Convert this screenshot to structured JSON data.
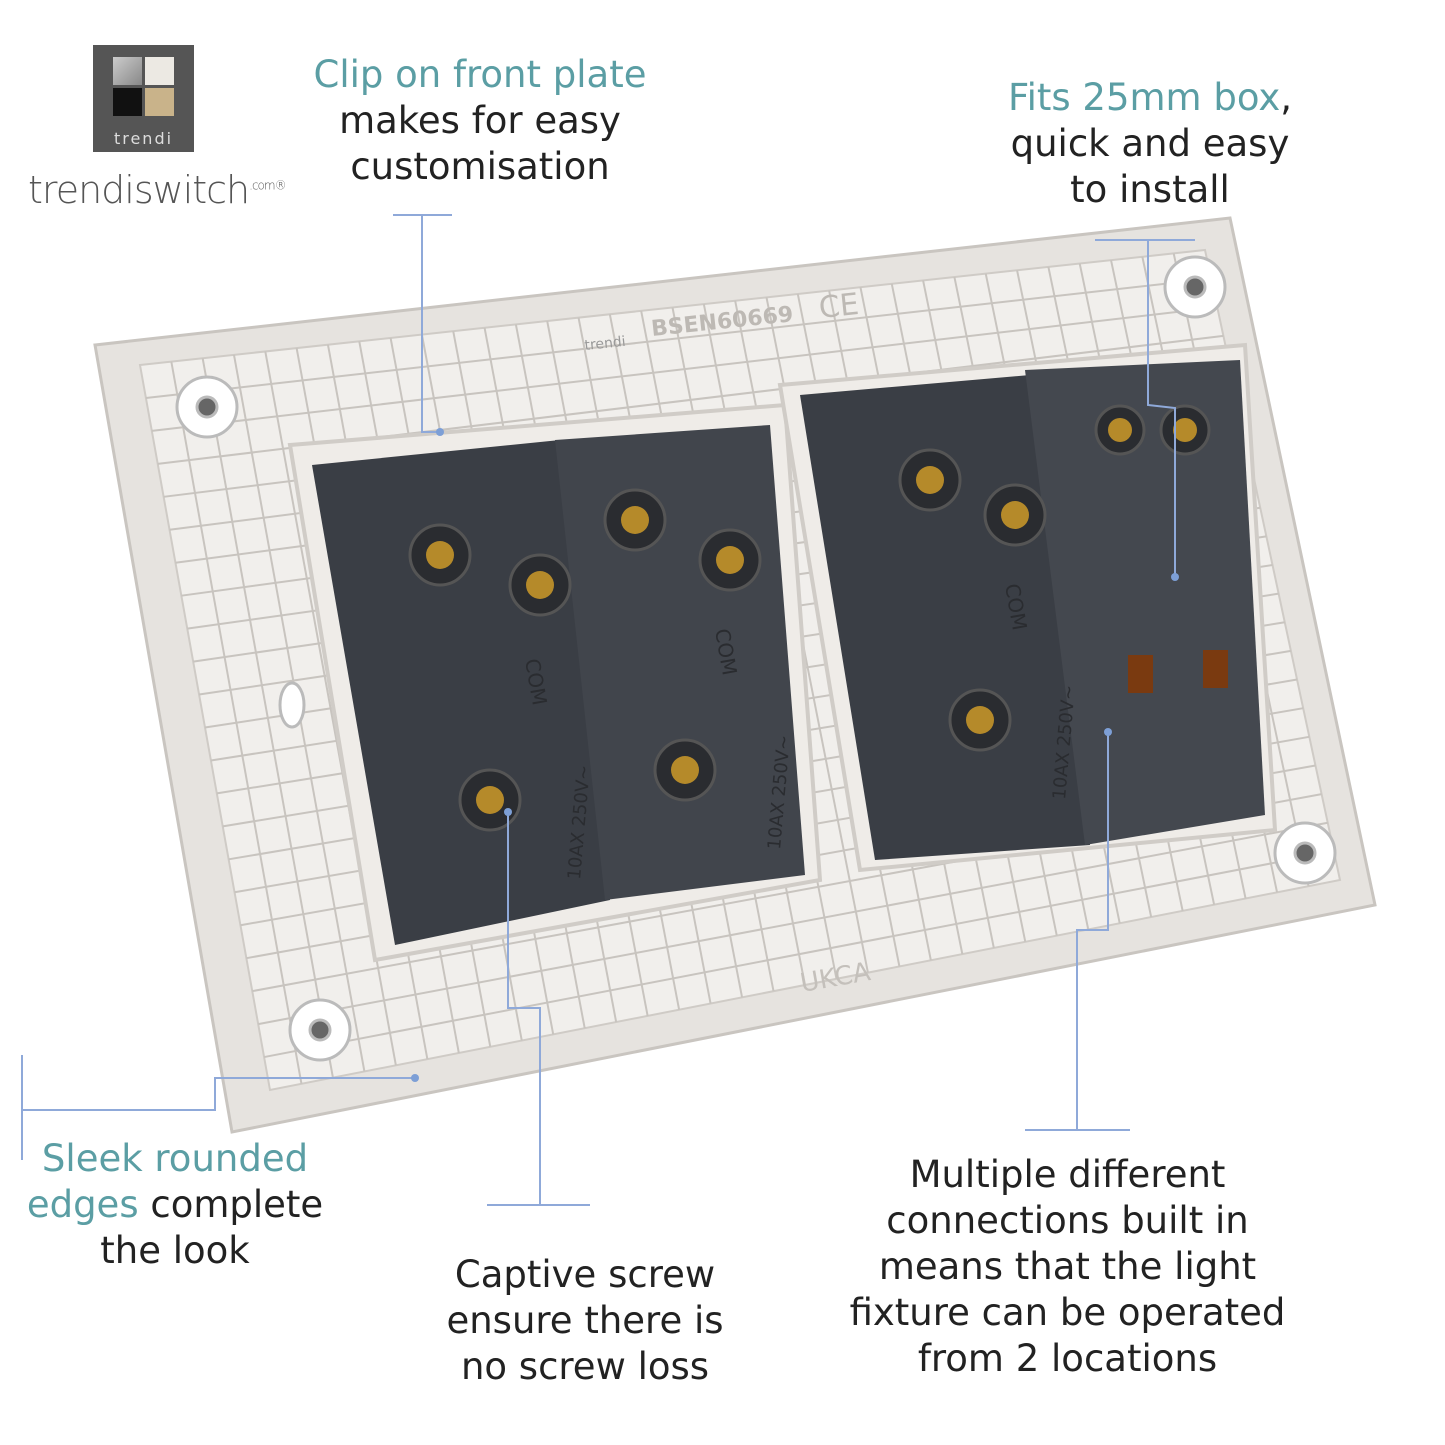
{
  "brand": {
    "logo_text": "trendi",
    "wordmark": "trendiswitch",
    "wordmark_suffix": ".com®"
  },
  "product_markings": {
    "standard": "BSEN60669",
    "ce_mark": "CE",
    "ukca_mark": "UKCA",
    "module_logo": "trendi",
    "terminal_label": "COM",
    "rating": "10AX 250V~"
  },
  "callouts": {
    "clip": {
      "highlight": "Clip on front plate",
      "line2": "makes for easy",
      "line3": "customisation"
    },
    "box": {
      "highlight": "Fits 25mm box",
      "line1_suffix": ",",
      "line2": "quick and easy",
      "line3": "to install"
    },
    "edges": {
      "highlight1": "Sleek rounded",
      "highlight2": "edges",
      "line2_suffix": " complete",
      "line3": "the look"
    },
    "screw": {
      "line1": "Captive screw",
      "line2": "ensure there is",
      "line3": "no screw loss"
    },
    "connections": {
      "line1": "Multiple different",
      "line2": "connections built in",
      "line3": "means that the light",
      "line4": "fixture can be operated",
      "line5": "from 2 locations"
    }
  },
  "colors": {
    "accent": "#5b9ea4",
    "text": "#222222",
    "leader": "#8fa9d9",
    "plate": "#e8e5e1",
    "module": "#3b3f46"
  }
}
